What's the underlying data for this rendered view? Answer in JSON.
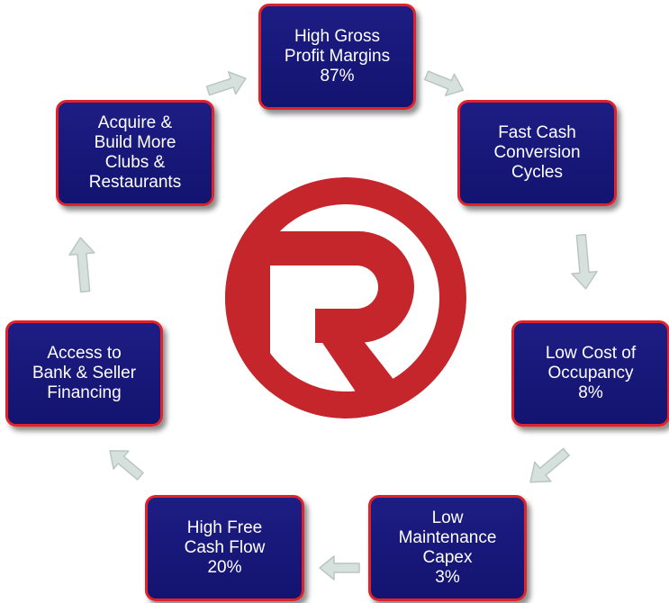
{
  "diagram": {
    "nodes": [
      {
        "id": "gross",
        "label": "High Gross\nProfit Margins\n87%"
      },
      {
        "id": "cash",
        "label": "Fast Cash\nConversion\nCycles"
      },
      {
        "id": "occ",
        "label": "Low Cost of\nOccupancy\n8%"
      },
      {
        "id": "capex",
        "label": "Low\nMaintenance\nCapex\n3%"
      },
      {
        "id": "fcf",
        "label": "High Free\nCash Flow\n20%"
      },
      {
        "id": "bank",
        "label": "Access to\nBank & Seller\nFinancing"
      },
      {
        "id": "acq",
        "label": "Acquire &\nBuild More\nClubs &\nRestaurants"
      }
    ],
    "colors": {
      "node_fill": "#1a1a80",
      "node_border": "#e0222a",
      "node_text": "#ffffff",
      "logo_red": "#c4262b",
      "arrow_fill": "#d6e0dc",
      "arrow_stroke": "#b9c6c1"
    },
    "logo_icon": "letter-r-in-ring-logo"
  }
}
